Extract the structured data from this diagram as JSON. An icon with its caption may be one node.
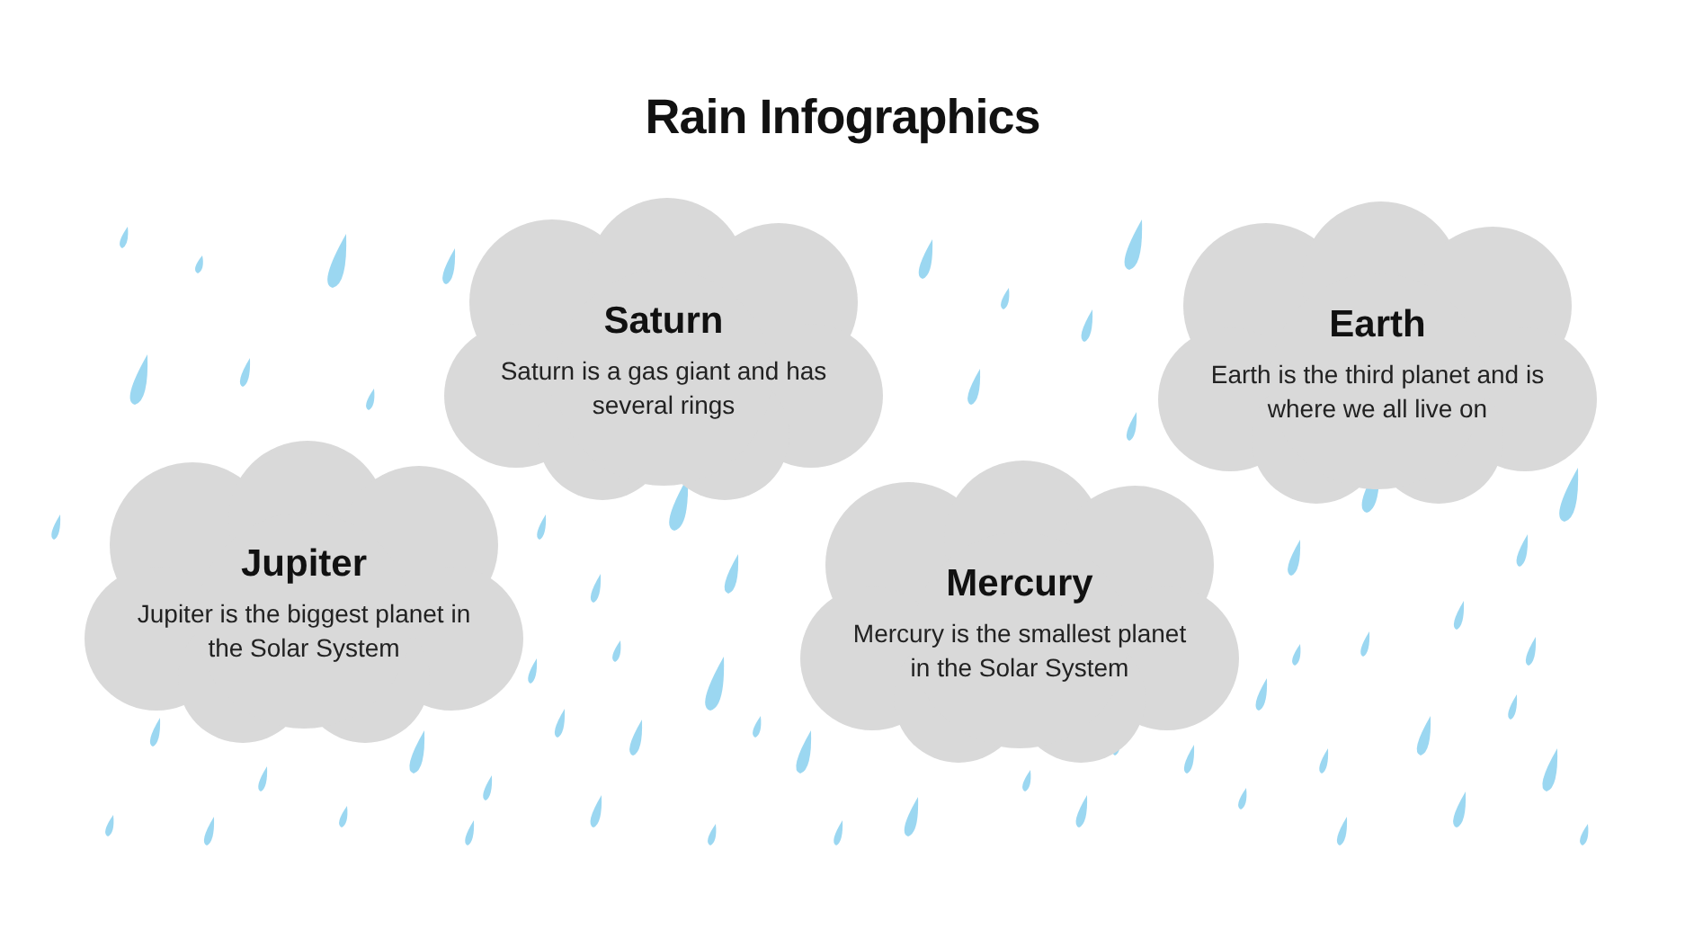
{
  "diagram": {
    "title": "Rain Infographics",
    "nodes": [
      {
        "text": [
          "Saturn",
          "Saturn is a gas giant and has several rings"
        ]
      },
      {
        "text": [
          "Earth",
          "Earth is the third planet and is where we all live on"
        ]
      },
      {
        "text": [
          "Jupiter",
          "Jupiter is the biggest planet in the Solar System"
        ]
      },
      {
        "text": [
          "Mercury",
          "Mercury is the smallest planet in the Solar System"
        ]
      }
    ]
  }
}
